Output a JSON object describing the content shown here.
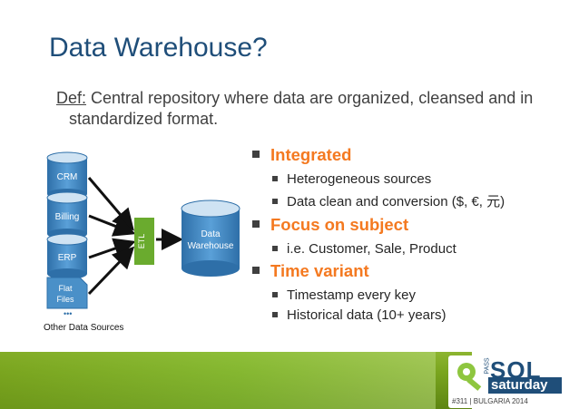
{
  "slide": {
    "title": "Data Warehouse?",
    "definition": {
      "label": "Def:",
      "text": " Central repository where data are organized, cleansed and in standardized format."
    }
  },
  "diagram": {
    "sources": [
      "CRM",
      "Billing",
      "ERP",
      "Flat Files"
    ],
    "ellipsis": "•••",
    "caption": "Other Data Sources",
    "etl": "ETL",
    "warehouse_line1": "Data",
    "warehouse_line2": "Warehouse",
    "colors": {
      "cylinder": "#4a90c8",
      "cylinder_top": "#cfe3f3",
      "etl": "#6aab2e",
      "arrow": "#111111"
    }
  },
  "bullets": [
    {
      "label": "Integrated",
      "subs": [
        "Heterogeneous sources",
        "Data clean and conversion ($, €, 元)"
      ]
    },
    {
      "label": "Focus on subject",
      "subs": [
        "i.e. Customer, Sale, Product"
      ]
    },
    {
      "label": "Time variant",
      "subs": [
        "Timestamp every key",
        "Historical data (10+ years)"
      ]
    }
  ],
  "logo": {
    "pass": "PASS",
    "sql": "SQL",
    "saturday": "saturday",
    "event": "#311 | BULGARIA 2014"
  },
  "colors": {
    "title": "#1f4e79",
    "accent": "#f47920",
    "footer": "#7aa51f"
  }
}
